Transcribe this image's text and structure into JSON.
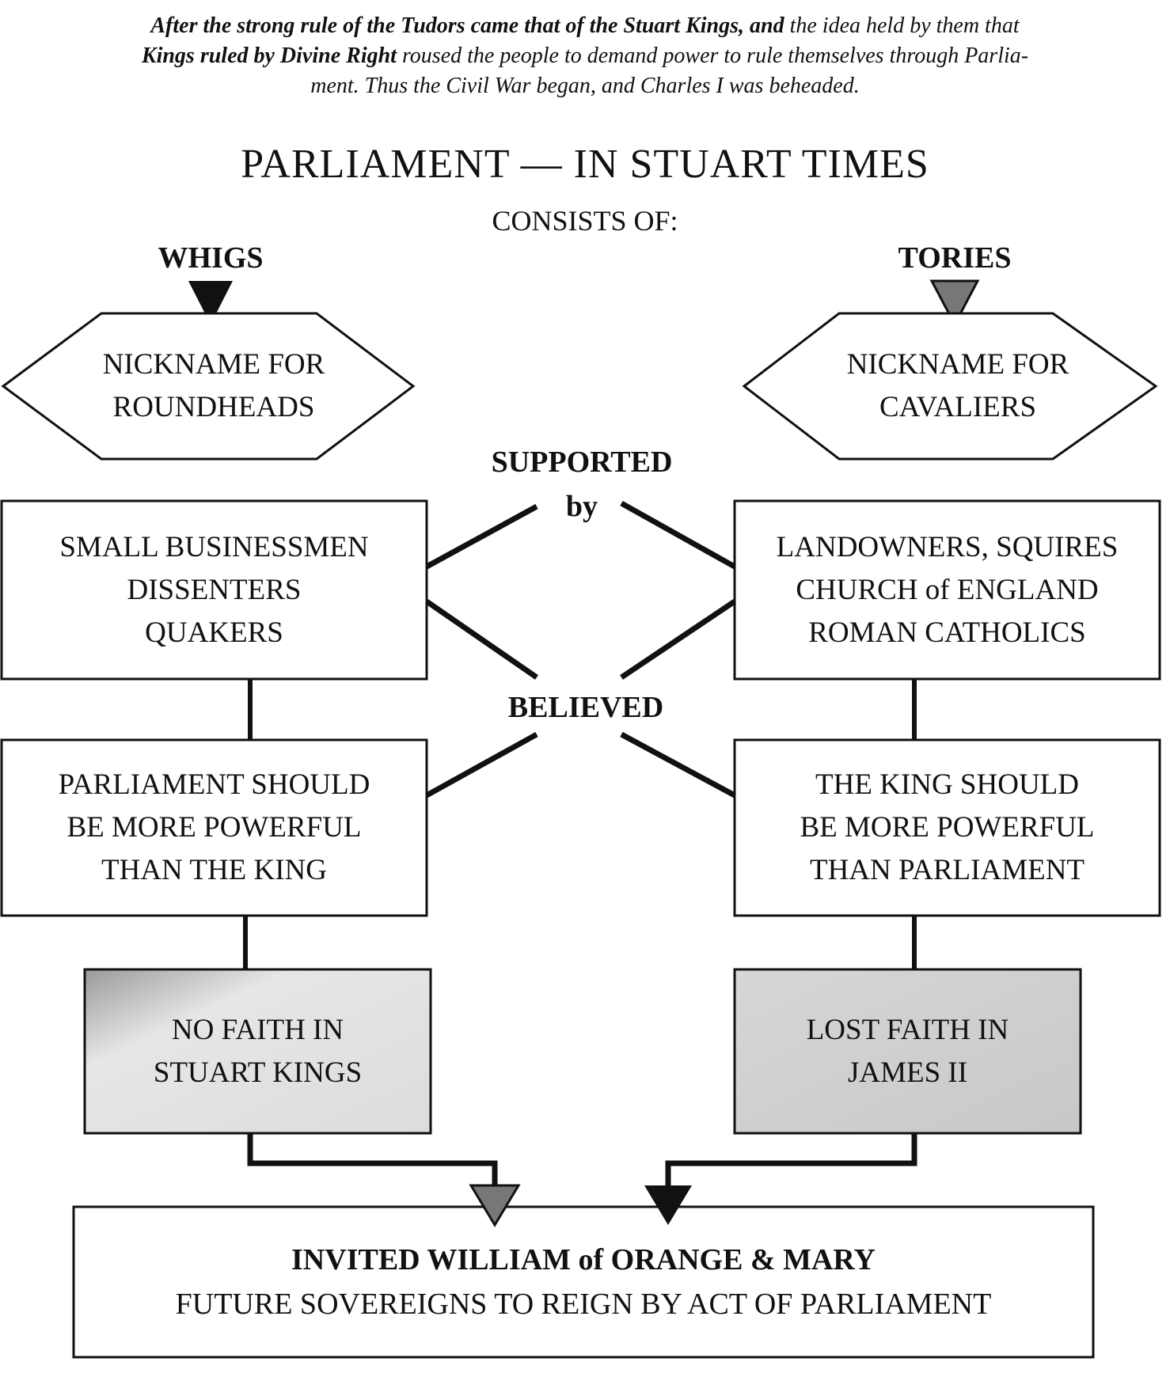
{
  "intro": {
    "part1": "After the strong rule of the Tudors came that of the Stuart Kings,",
    "part2": " and",
    "part3": " the idea held by them that",
    "part4": "Kings ruled by Divine Right",
    "part5": " roused the people to demand power to rule themselves through Parlia-",
    "part6": "ment. Thus the Civil War began, and Charles I was beheaded."
  },
  "title": "PARLIAMENT — IN STUART TIMES",
  "subtitle": "CONSISTS OF:",
  "whigs": {
    "heading": "WHIGS",
    "nickname": [
      "NICKNAME FOR",
      "ROUNDHEADS"
    ],
    "supporters": [
      "SMALL BUSINESSMEN",
      "DISSENTERS",
      "QUAKERS"
    ],
    "belief": [
      "PARLIAMENT SHOULD",
      "BE MORE POWERFUL",
      "THAN THE KING"
    ],
    "outcome": [
      "NO FAITH IN",
      "STUART KINGS"
    ]
  },
  "tories": {
    "heading": "TORIES",
    "nickname": [
      "NICKNAME FOR",
      "CAVALIERS"
    ],
    "supporters": [
      "LANDOWNERS, SQUIRES",
      "CHURCH of ENGLAND",
      "ROMAN CATHOLICS"
    ],
    "belief": [
      "THE KING SHOULD",
      "BE MORE POWERFUL",
      "THAN PARLIAMENT"
    ],
    "outcome": [
      "LOST FAITH IN",
      "JAMES II"
    ]
  },
  "connectors": {
    "supported": "SUPPORTED",
    "by": "by",
    "believed": "BELIEVED"
  },
  "result": {
    "line1": "INVITED WILLIAM of ORANGE & MARY",
    "line2": "FUTURE SOVEREIGNS TO REIGN BY ACT OF PARLIAMENT"
  }
}
